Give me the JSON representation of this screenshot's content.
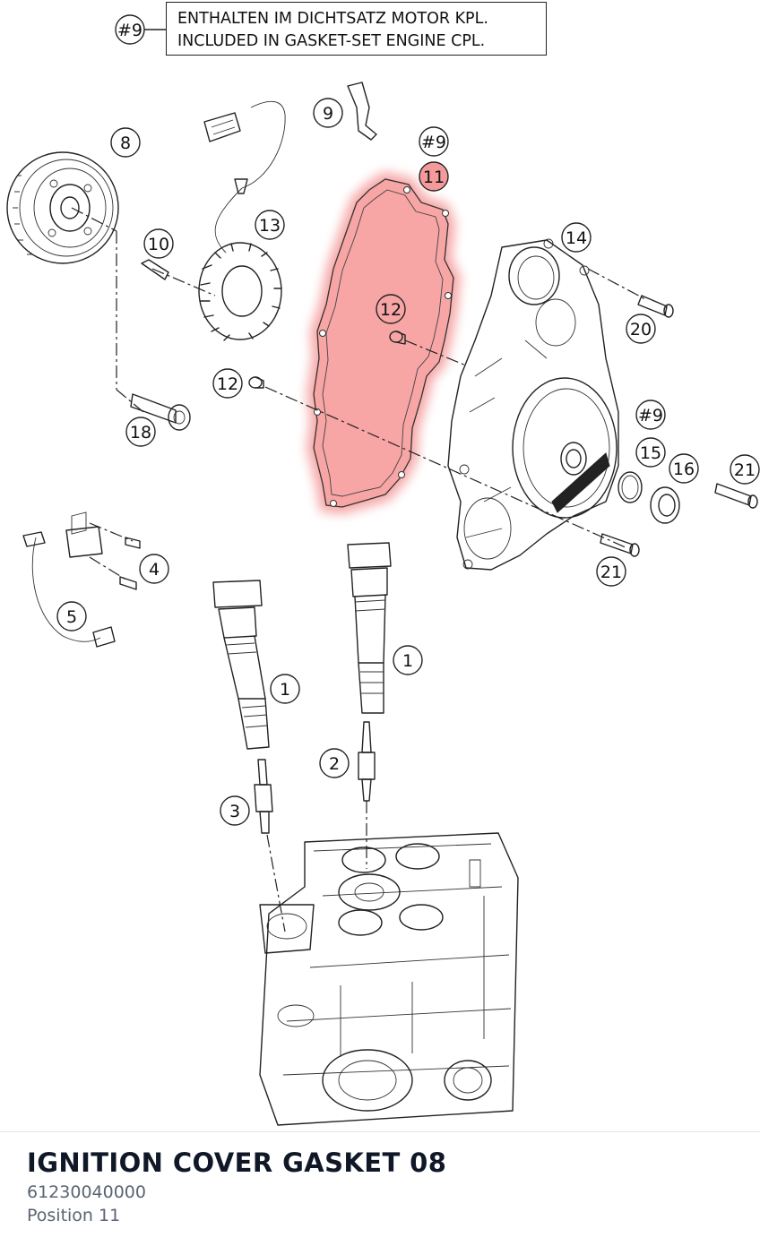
{
  "note": {
    "ref": "#9",
    "line_de": "ENTHALTEN IM DICHTSATZ MOTOR KPL.",
    "line_en": "INCLUDED IN GASKET-SET ENGINE CPL."
  },
  "callouts": {
    "c1a": "1",
    "c1b": "1",
    "c2": "2",
    "c3": "3",
    "c4": "4",
    "c5": "5",
    "c8": "8",
    "c9": "9",
    "c9ref_a": "#9",
    "c9ref_b": "#9",
    "c10": "10",
    "c11": "11",
    "c12a": "12",
    "c12b": "12",
    "c13": "13",
    "c14": "14",
    "c15": "15",
    "c16": "16",
    "c18": "18",
    "c20": "20",
    "c21a": "21",
    "c21b": "21"
  },
  "highlight": {
    "part": "11",
    "color": "#f59a9a"
  },
  "footer": {
    "title": "IGNITION COVER GASKET 08",
    "part_number": "61230040000",
    "position": "Position 11"
  }
}
